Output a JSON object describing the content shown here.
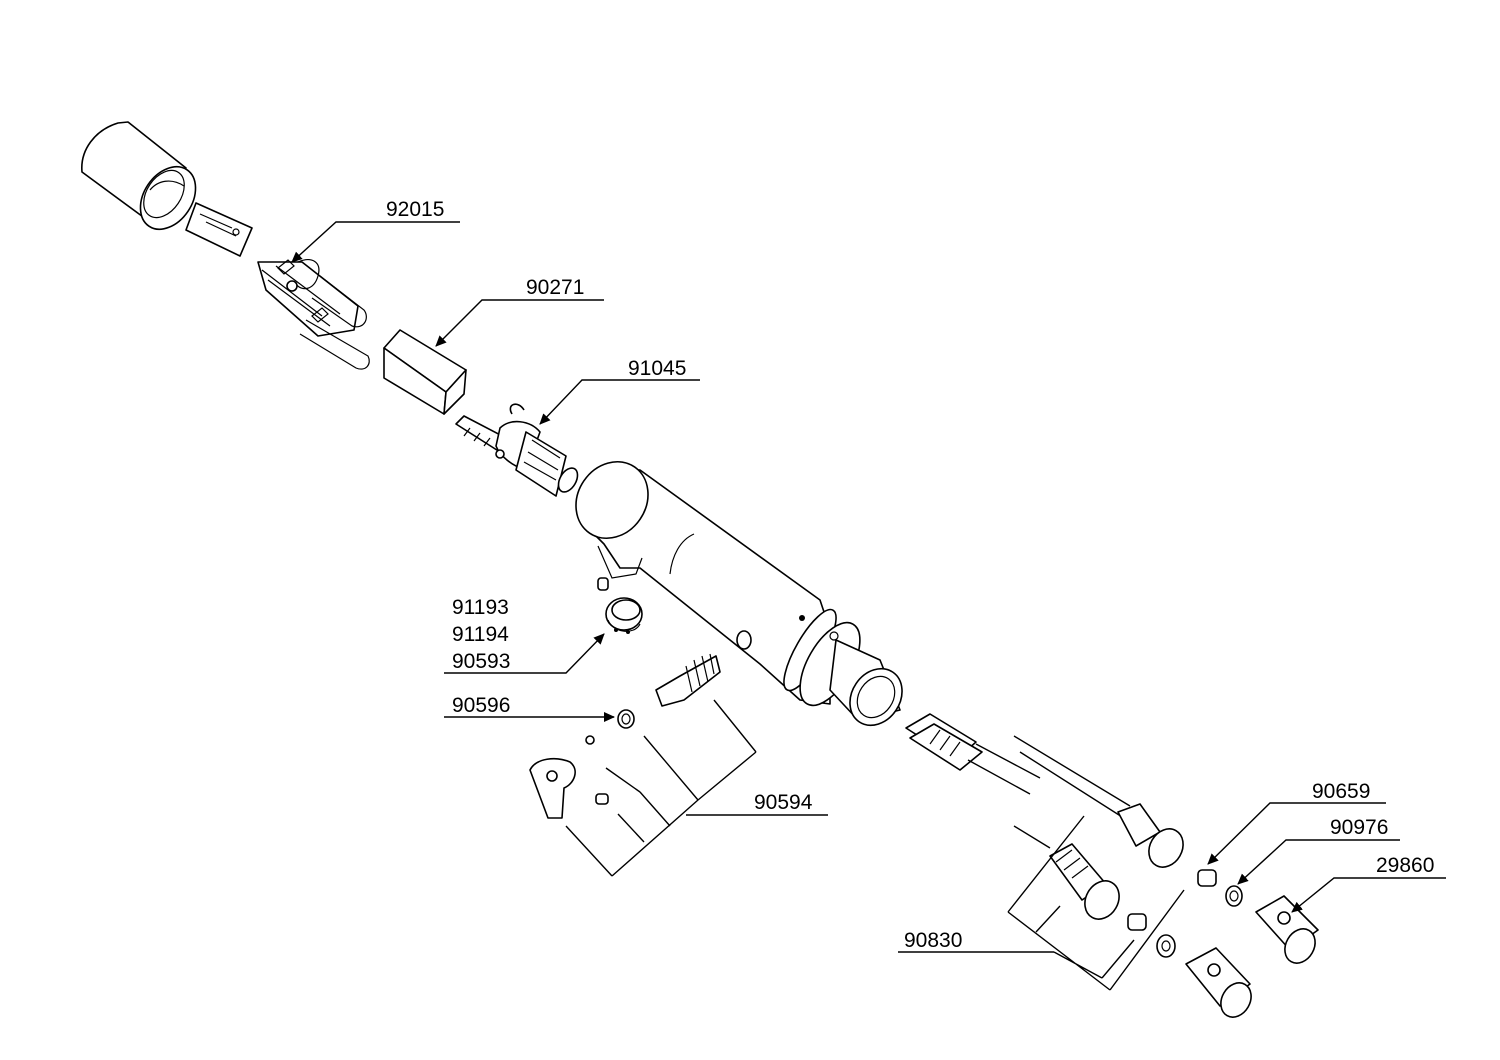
{
  "diagram": {
    "type": "exploded-parts-view",
    "colors": {
      "line": "#000000",
      "background": "#ffffff",
      "shade": "#e6e6e6"
    },
    "callouts": [
      {
        "id": "c1",
        "labels": [
          "92015"
        ]
      },
      {
        "id": "c2",
        "labels": [
          "90271"
        ]
      },
      {
        "id": "c3",
        "labels": [
          "91045"
        ]
      },
      {
        "id": "c4",
        "labels": [
          "91193",
          "91194",
          "90593"
        ]
      },
      {
        "id": "c5",
        "labels": [
          "90596"
        ]
      },
      {
        "id": "c6",
        "labels": [
          "90594"
        ]
      },
      {
        "id": "c7",
        "labels": [
          "90659"
        ]
      },
      {
        "id": "c8",
        "labels": [
          "90976"
        ]
      },
      {
        "id": "c9",
        "labels": [
          "29860"
        ]
      },
      {
        "id": "c10",
        "labels": [
          "90830"
        ]
      }
    ]
  }
}
